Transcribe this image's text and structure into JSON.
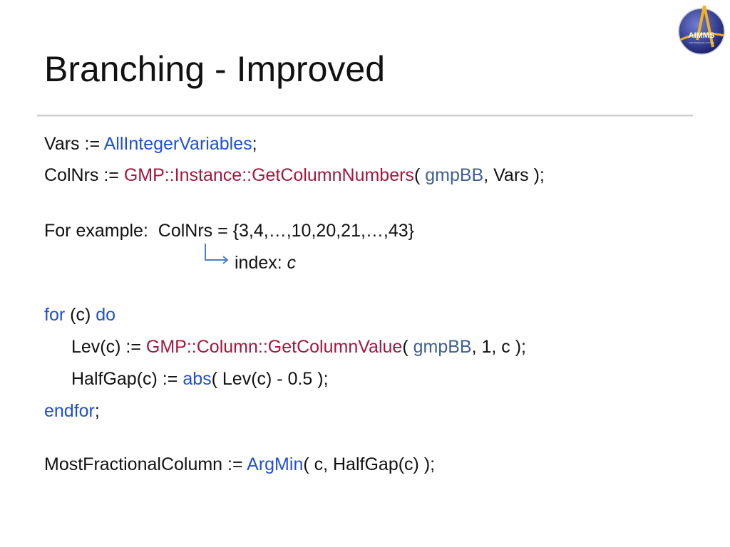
{
  "slide": {
    "title": "Branching - Improved",
    "logo_text": "AIMMS",
    "logo_tagline": "THE MODELING SYSTEM"
  },
  "colors": {
    "keyword": "#1f4fd6",
    "function": "#a3173d",
    "identifier": "#3f5f93",
    "text": "#111111"
  },
  "code": {
    "l1": {
      "a": "Vars := ",
      "b": "AllIntegerVariables",
      "c": ";"
    },
    "l2": {
      "a": "ColNrs := ",
      "b": "GMP::Instance::GetColumnNumbers",
      "c": "( ",
      "d": "gmpBB",
      "e": ", Vars );"
    },
    "l3": {
      "a": "For example:  ColNrs = {3,4,…,10,20,21,…,43}"
    },
    "l4": {
      "a": "index: ",
      "b": "c"
    },
    "l5": {
      "a": "for",
      "b": " (c) ",
      "c": "do"
    },
    "l6": {
      "a": "Lev(c) := ",
      "b": "GMP::Column::GetColumnValue",
      "c": "( ",
      "d": "gmpBB",
      "e": ", 1, c );"
    },
    "l7": {
      "a": "HalfGap(c) := ",
      "b": "abs",
      "c": "( Lev(c) - 0.5 );"
    },
    "l8": {
      "a": "endfor",
      "b": ";"
    },
    "l9": {
      "a": "MostFractionalColumn := ",
      "b": "ArgMin",
      "c": "( c, HalfGap(c) );"
    }
  }
}
